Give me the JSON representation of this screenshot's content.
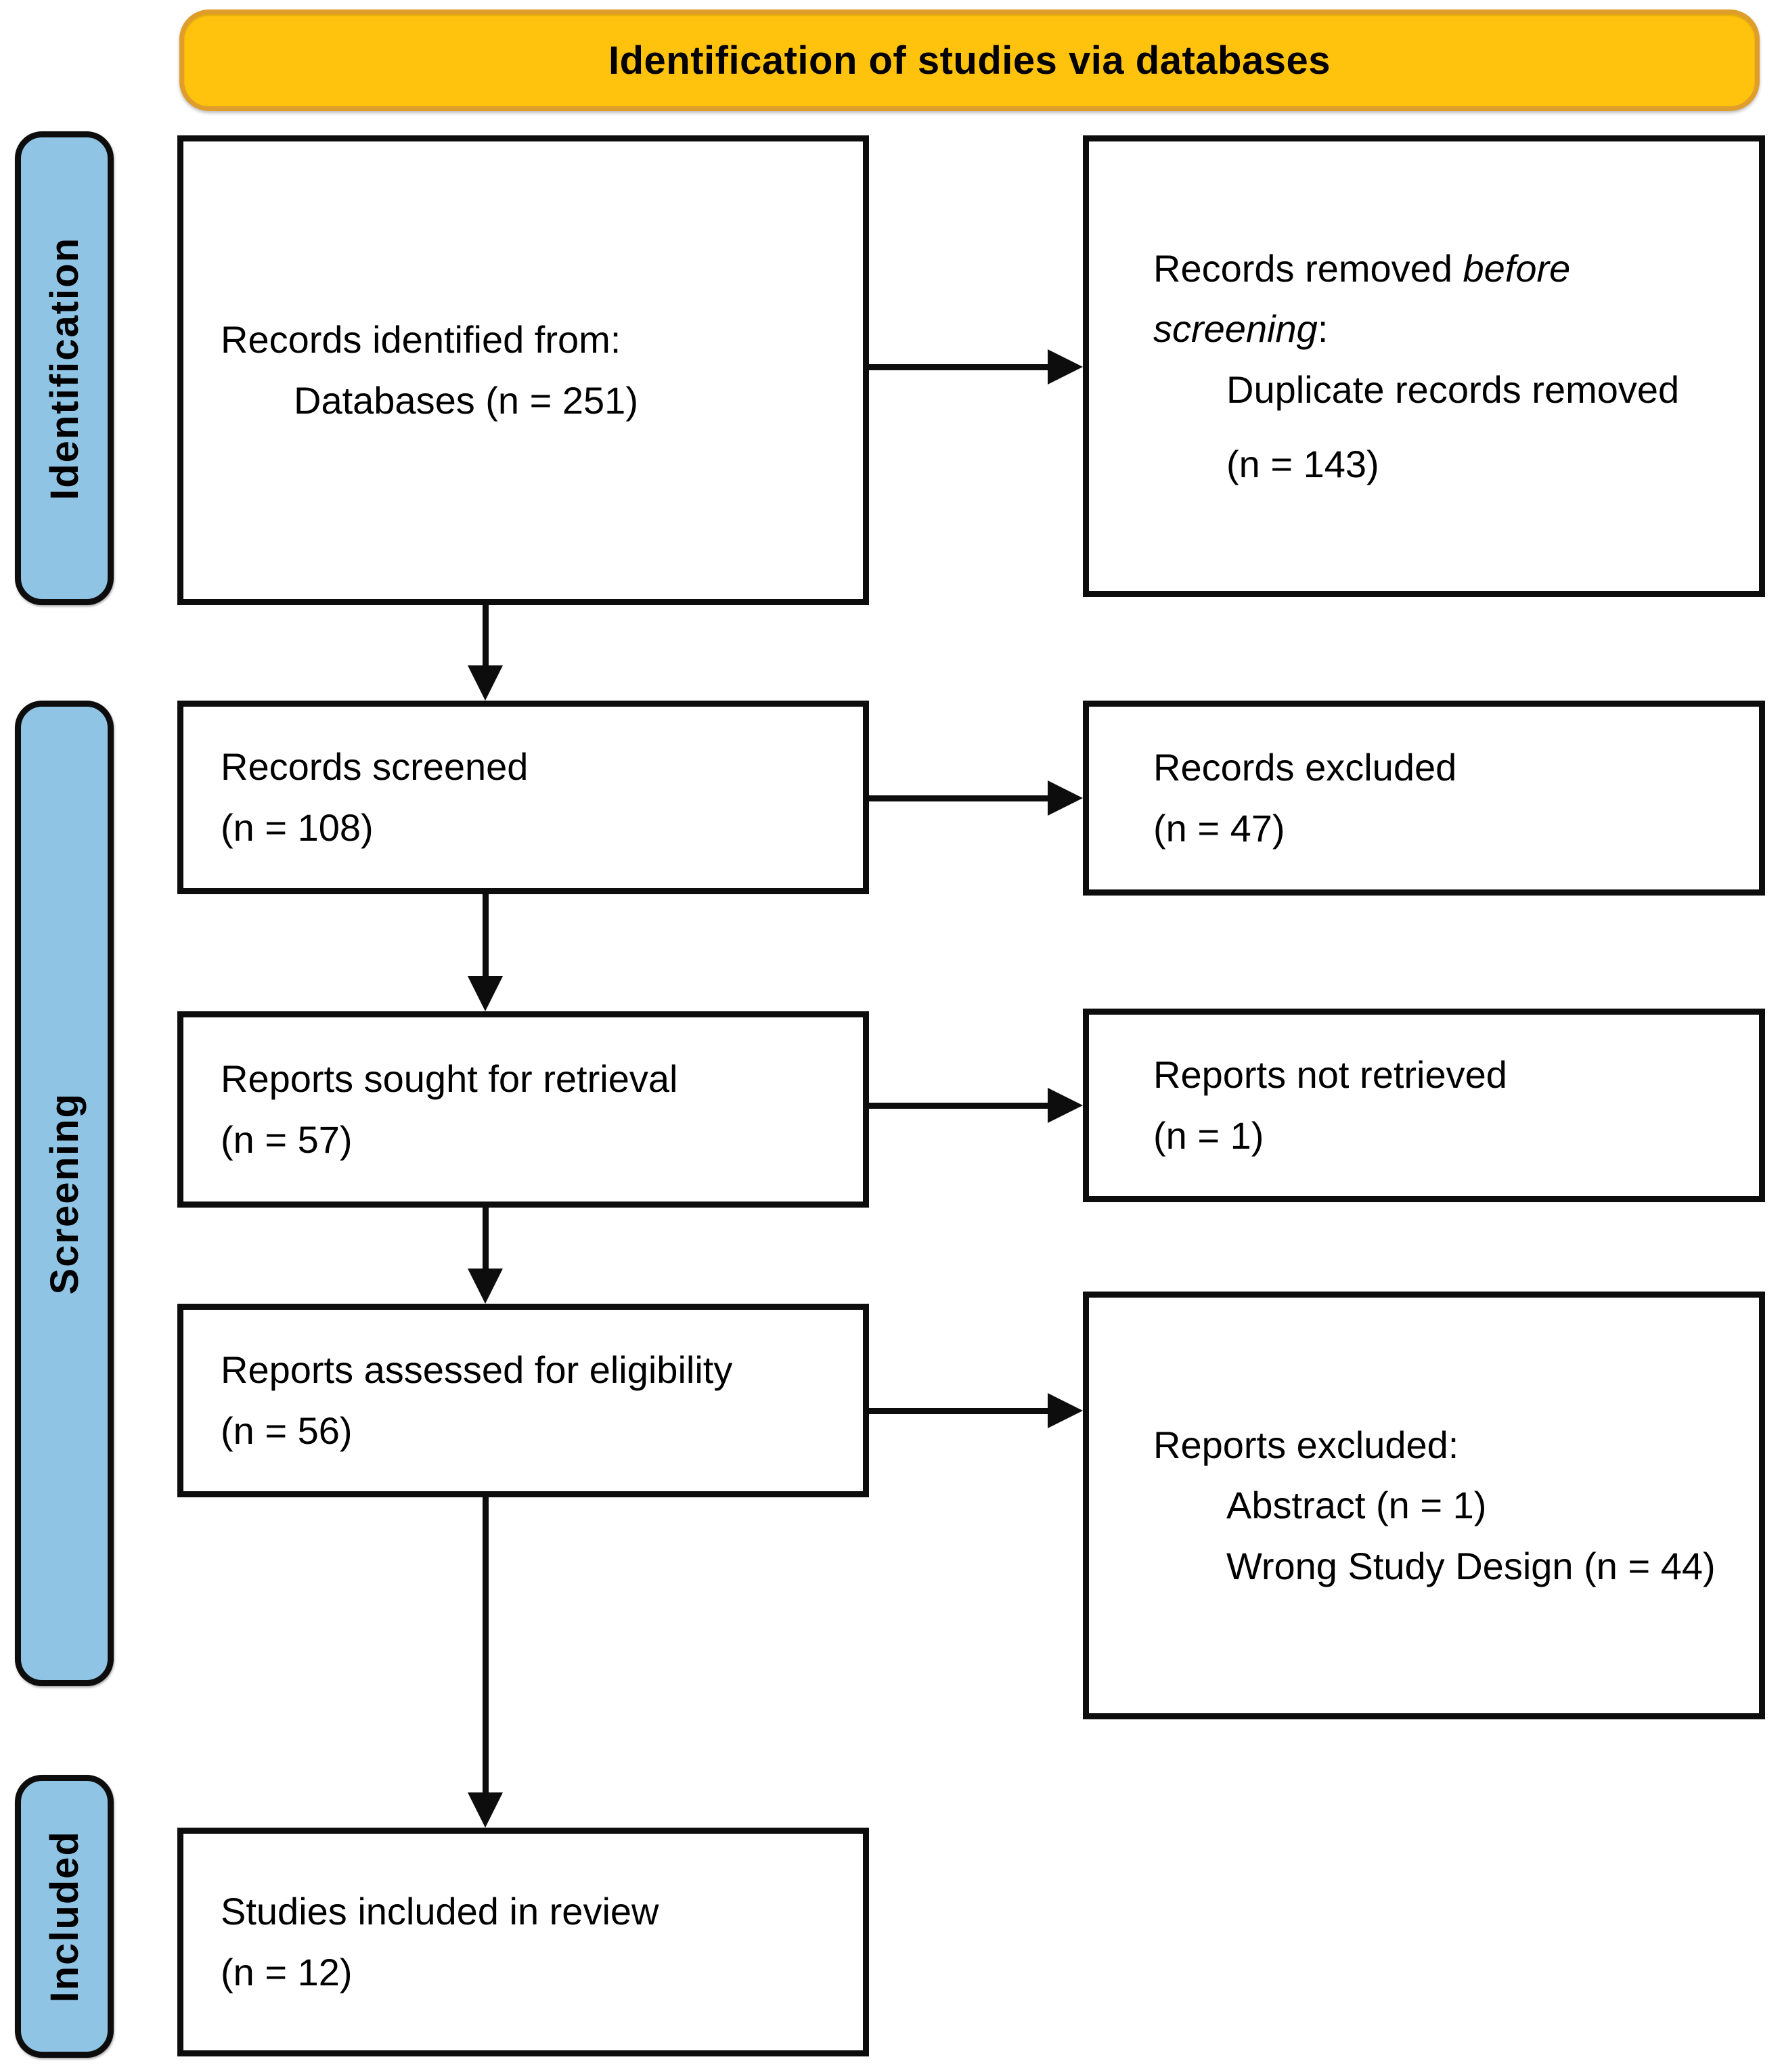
{
  "header": {
    "title": "Identification of studies via databases"
  },
  "sidebar": {
    "items": [
      {
        "label": "Identification"
      },
      {
        "label": "Screening"
      },
      {
        "label": "Included"
      }
    ]
  },
  "boxes": {
    "identified": {
      "line1": "Records identified from:",
      "line2": "Databases (n = 251)"
    },
    "removed": {
      "line1_pre": "Records removed ",
      "line1_italic": "before",
      "line2_italic": "screening",
      "line2_post": ":",
      "line3": "Duplicate records removed",
      "line4": "(n = 143)"
    },
    "screened": {
      "line1": "Records screened",
      "line2": "(n = 108)"
    },
    "records_excluded": {
      "line1": "Records excluded",
      "line2": "(n = 47)"
    },
    "sought": {
      "line1": "Reports sought for retrieval",
      "line2": "(n = 57)"
    },
    "not_retrieved": {
      "line1": "Reports not retrieved",
      "line2": "(n = 1)"
    },
    "assessed": {
      "line1": "Reports assessed for eligibility",
      "line2": "(n = 56)"
    },
    "reports_excluded": {
      "line1": "Reports excluded:",
      "line2": "Abstract (n = 1)",
      "line3": "Wrong Study Design (n = 44)"
    },
    "included": {
      "line1": "Studies included in review",
      "line2": "(n = 12)"
    }
  },
  "colors": {
    "header_fill": "#FFC20D",
    "header_border": "#DF9E2C",
    "sidebar_fill": "#8FC4E4",
    "line_color": "#0D0D0D"
  }
}
